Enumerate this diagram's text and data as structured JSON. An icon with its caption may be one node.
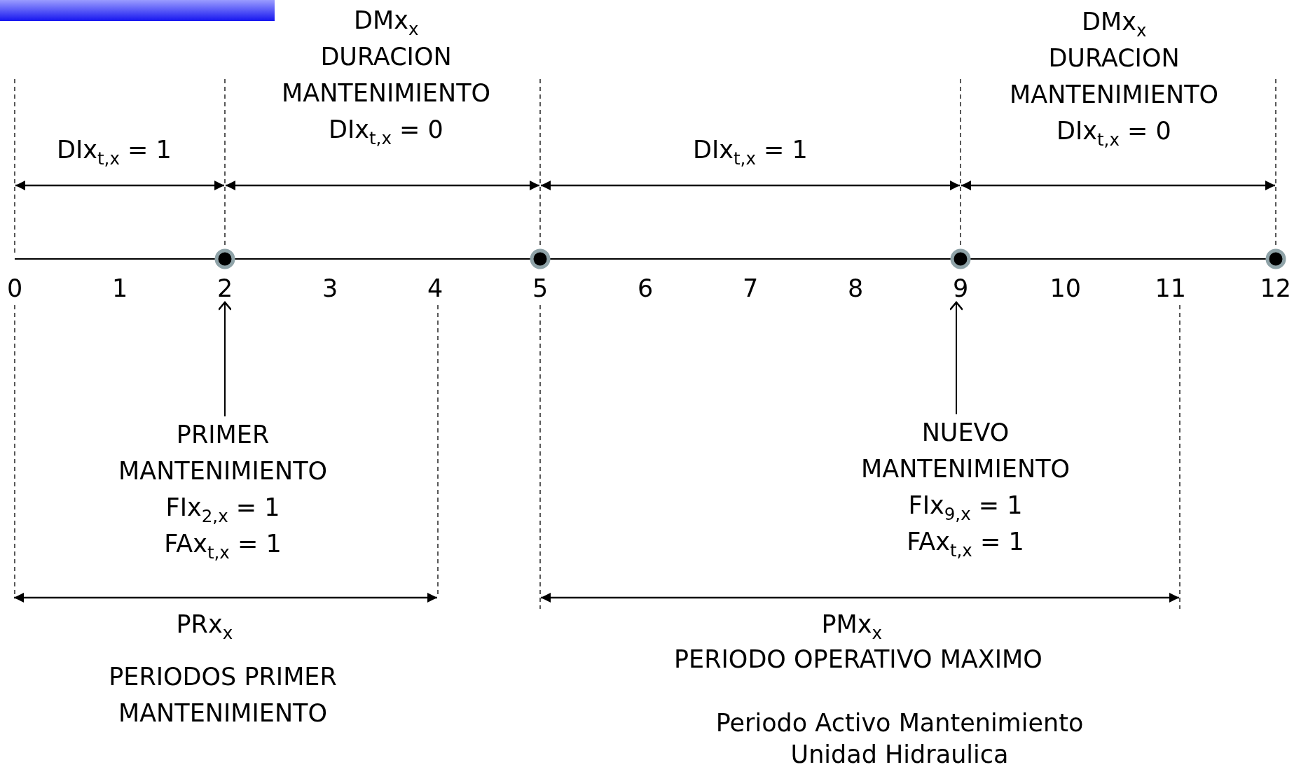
{
  "diagram": {
    "nodes": [
      {
        "text": [],
        "shape": "bar"
      },
      {
        "text": [
          "2"
        ]
      },
      {
        "text": [
          "9"
        ]
      },
      {
        "text": [
          "PRIMER MANTENIMIENTO",
          "FIx$_{2,x}$ = 1",
          "FAx$_{t,x}$ = 1"
        ]
      },
      {
        "text": [
          "NUEVO MANTENIMIENTO",
          "FIx$_{9,x}$ = 1",
          "FAx$_{t,x}$ = 1"
        ]
      }
    ],
    "edges": [
      {
        "from": 3,
        "to": 1,
        "arrow": "to"
      },
      {
        "from": 4,
        "to": 2,
        "arrow": "to"
      }
    ],
    "labels": [
      "DMx$_{x}$",
      "DURACION MANTENIMIENTO",
      "DIx$_{t,x}$ = 0",
      "DMx$_{x}$",
      "DURACION MANTENIMIENTO",
      "DIx$_{t,x}$ = 0",
      "DIx$_{t,x}$ = 1",
      "DIx$_{t,x}$ = 1",
      "0",
      "1",
      "3",
      "4",
      "5",
      "6",
      "7",
      "8",
      "10",
      "11",
      "12",
      "PRx$_{x}$",
      "PERIODOS PRIMER MANTENIMIENTO",
      "PMx$_{x}$",
      "PERIODO OPERATIVO MAXIMO",
      "Periodo Activo Mantenimiento Unidad Hidraulica"
    ]
  }
}
